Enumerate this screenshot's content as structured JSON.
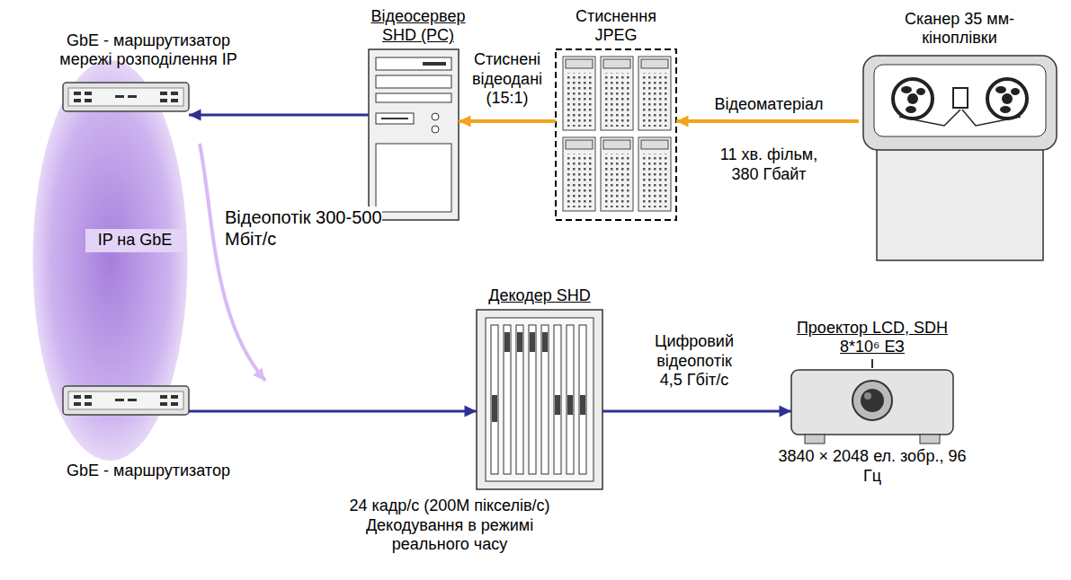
{
  "diagram": {
    "nodes": [
      {
        "text": [
          "GbE - маршрутизатор мережі розподілення IP"
        ]
      },
      {
        "text": [
          "Відеосервер SHD (PC)"
        ]
      },
      {
        "text": [
          "Стиснення JPEG"
        ]
      },
      {
        "text": [
          "Сканер 35 мм-кіноплівки"
        ]
      },
      {
        "text": [
          "IP на GbE"
        ]
      },
      {
        "text": [
          "GbE - маршрутизатор"
        ]
      },
      {
        "text": [
          "Декодер SHD",
          "24 кадр/с (200M пікселів/с) Декодування в режимі реального часу"
        ]
      },
      {
        "text": [
          "Проектор LCD, SDH 8*10⁶ ЕЗ",
          "3840 × 2048 ел. зобр., 96 Гц"
        ]
      }
    ],
    "edges": [
      {
        "from": 3,
        "to": 2,
        "arrow": "to",
        "label": "Відеоматеріал"
      },
      {
        "from": 2,
        "to": 1,
        "arrow": "to",
        "label": "Стиснені відеодані (15:1)"
      },
      {
        "from": 1,
        "to": 0,
        "arrow": "to"
      },
      {
        "from": 0,
        "to": 5,
        "arrow": "to",
        "label": "Відеопотік 300-500 Мбіт/с"
      },
      {
        "from": 5,
        "to": 6,
        "arrow": "to"
      },
      {
        "from": 6,
        "to": 7,
        "arrow": "to",
        "label": "Цифровий відеопотік 4,5 Гбіт/с"
      }
    ],
    "labels": [
      "11 хв. фільм, 380 Гбайт"
    ]
  }
}
